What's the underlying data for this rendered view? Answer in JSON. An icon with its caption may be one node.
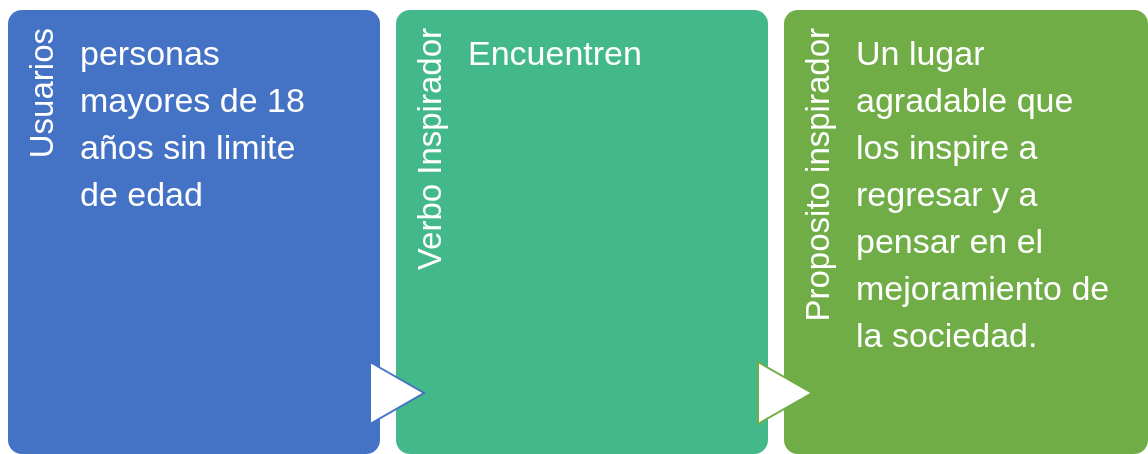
{
  "diagram": {
    "nodes": [
      {
        "text": [
          "Usuarios",
          "personas mayores de 18 años sin limite de edad"
        ]
      },
      {
        "text": [
          "Verbo Inspirador",
          "Encuentren"
        ]
      },
      {
        "text": [
          "Proposito inspirador",
          "Un lugar agradable que los inspire a regresar y a pensar en el mejoramiento de la sociedad."
        ]
      }
    ],
    "edges": [
      {
        "from": 0,
        "to": 1,
        "arrow": "to",
        "color": "#4472c4"
      },
      {
        "from": 1,
        "to": 2,
        "arrow": "to",
        "color": "#70ad47"
      }
    ]
  }
}
